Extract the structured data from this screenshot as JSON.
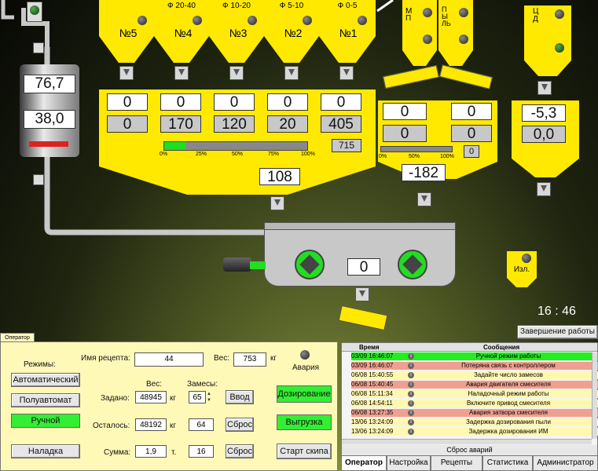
{
  "hopper_fractions": [
    "Ф 20-40",
    "Ф 10-20",
    "Ф 5-10",
    "Ф 0-5"
  ],
  "hoppers": [
    "№5",
    "№4",
    "№3",
    "№2",
    "№1"
  ],
  "aggr_set": [
    "0",
    "0",
    "0",
    "0",
    "0"
  ],
  "aggr_actual": [
    "0",
    "170",
    "120",
    "20",
    "405"
  ],
  "aggr_target": "715",
  "aggr_progress": {
    "fraction": 0.15,
    "ticks": [
      "0%",
      "25%",
      "50%",
      "75%",
      "100%"
    ]
  },
  "aggr_total": "108",
  "skip_values": [
    "76,7",
    "38,0"
  ],
  "dust": {
    "labels": [
      "МП",
      "ПЫЛЬ"
    ],
    "set": [
      "0",
      "0"
    ],
    "actual": [
      "0",
      "0"
    ],
    "target": "0",
    "ticks": [
      "0%",
      "50%",
      "100%"
    ],
    "total": "-182"
  },
  "cement": {
    "label": "ЦД",
    "set": "-5,3",
    "actual": "0,0"
  },
  "mixer": {
    "value": "0"
  },
  "izl_label": "Изл.",
  "clock": "16 : 46",
  "finish_work_button": "Завершение работы",
  "operator_panel_tab": "Оператор",
  "modes_label": "Режимы:",
  "mode_buttons": [
    "Автоматический",
    "Полуавтомат",
    "Ручной",
    "Наладка"
  ],
  "recipe": {
    "name_label": "Имя рецепта:",
    "name_value": "44",
    "weight_label": "Вес:",
    "weight_value": "753",
    "weight_unit": "кг"
  },
  "alarm_label": "Авария",
  "table_headers": {
    "weight": "Вес:",
    "batches": "Замесы:"
  },
  "rows": [
    {
      "label": "Задано:",
      "weight": "48945",
      "unit": "кг",
      "batches": "65",
      "button": "Ввод"
    },
    {
      "label": "Осталось:",
      "weight": "48192",
      "unit": "кг",
      "batches": "64",
      "button": "Сброс"
    },
    {
      "label": "Сумма:",
      "weight": "1,9",
      "unit": "т.",
      "batches": "16",
      "button": "Сброс"
    }
  ],
  "right_buttons": [
    "Дозирование",
    "Выгрузка",
    "Старт скипа"
  ],
  "messages_header": {
    "time": "Время",
    "messages": "Сообщения"
  },
  "messages": [
    {
      "time": "03/09 16:46:07",
      "text": "Ручной режим работы",
      "color": "#22ee22"
    },
    {
      "time": "03/09 16:46:07",
      "text": "Потеряна связь с контроллером",
      "color": "#f0a090"
    },
    {
      "time": "06/08 15:40:55",
      "text": "Задайте число замесов",
      "color": "#fff8b0"
    },
    {
      "time": "06/08 15:40:45",
      "text": "Авария двигателя смесителя",
      "color": "#f0a090"
    },
    {
      "time": "06/08 15:11:34",
      "text": "Наладочный режим работы",
      "color": "#fff8b0"
    },
    {
      "time": "06/08 14:54:11",
      "text": "Включите привод смесителя",
      "color": "#fff8b0"
    },
    {
      "time": "06/08 13:27:35",
      "text": "Авария затвора смесителя",
      "color": "#f0a090"
    },
    {
      "time": "13/06 13:24:09",
      "text": "Задержка дозирования пыли",
      "color": "#fff8b0"
    },
    {
      "time": "13/06 13:24:09",
      "text": "Задержка дозирования ИМ",
      "color": "#fff8b0"
    }
  ],
  "reset_alarms": "Сброс аварий",
  "bottom_tabs": [
    "Оператор",
    "Настройка",
    "Рецепты",
    "Статистика",
    "Администратор"
  ]
}
